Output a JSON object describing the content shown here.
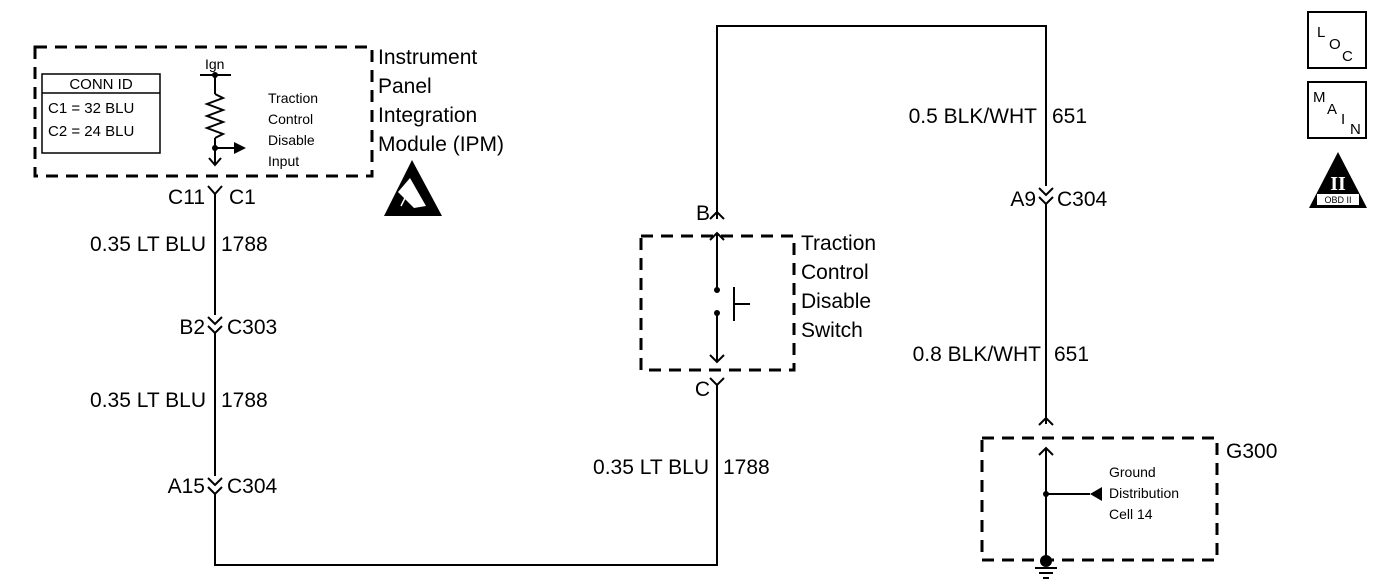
{
  "ipm": {
    "name_lines": [
      "Instrument",
      "Panel",
      "Integration",
      "Module (IPM)"
    ],
    "conn_id": {
      "title": "CONN ID",
      "rows": [
        "C1 = 32 BLU",
        "C2 = 24 BLU"
      ]
    },
    "ign_label": "Ign",
    "input_lines": [
      "Traction",
      "Control",
      "Disable",
      "Input"
    ],
    "pin_left": "C11",
    "pin_right": "C1"
  },
  "left_wire": {
    "seg1": {
      "spec": "0.35 LT BLU",
      "circuit": "1788"
    },
    "conn1": {
      "pin": "B2",
      "connector": "C303"
    },
    "seg2": {
      "spec": "0.35 LT BLU",
      "circuit": "1788"
    },
    "conn2": {
      "pin": "A15",
      "connector": "C304"
    }
  },
  "switch": {
    "name_lines": [
      "Traction",
      "Control",
      "Disable",
      "Switch"
    ],
    "pin_top": "B",
    "pin_bottom": "C",
    "bottom_wire": {
      "spec": "0.35 LT BLU",
      "circuit": "1788"
    }
  },
  "right_wire": {
    "seg1": {
      "spec": "0.5 BLK/WHT",
      "circuit": "651"
    },
    "conn": {
      "pin": "A9",
      "connector": "C304"
    },
    "seg2": {
      "spec": "0.8 BLK/WHT",
      "circuit": "651"
    }
  },
  "ground": {
    "name": "G300",
    "desc_lines": [
      "Ground",
      "Distribution",
      "Cell 14"
    ]
  },
  "badges": {
    "loc": [
      "L",
      "O",
      "C"
    ],
    "main": [
      "M",
      "A",
      "I",
      "N"
    ],
    "obd": "OBD II",
    "obd_numeral": "II"
  }
}
